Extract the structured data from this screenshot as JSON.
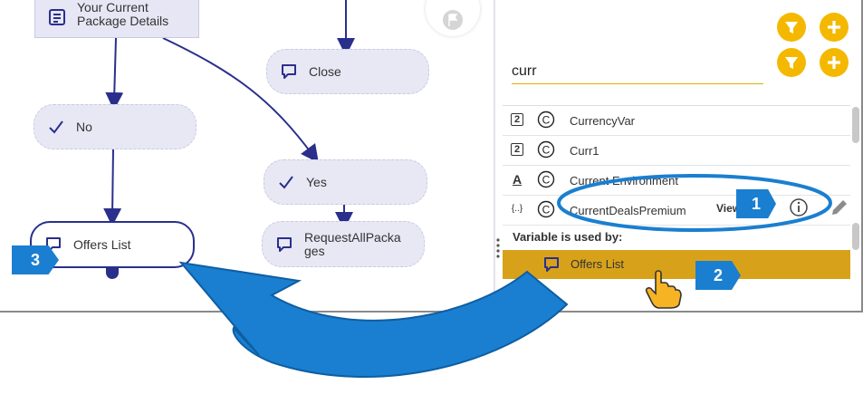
{
  "canvas": {
    "nodes": {
      "package": "Your Current\nPackage Details",
      "close": "Close",
      "no": "No",
      "yes": "Yes",
      "offers": "Offers List",
      "request": "RequestAllPackages"
    },
    "icons": {
      "package": "document-icon",
      "close": "speech-bubble-icon",
      "no": "check-icon",
      "yes": "check-icon",
      "offers": "speech-bubble-icon",
      "request": "speech-bubble-icon",
      "flag": "flag-icon"
    }
  },
  "panel": {
    "search": {
      "value": "curr"
    },
    "toolbar_icons": [
      "filter-icon",
      "add-icon",
      "filter-icon",
      "add-icon"
    ],
    "variables": [
      {
        "type_icon": "number-icon",
        "type_glyph": "2",
        "scope_icon": "constant-icon",
        "name": "CurrencyVar"
      },
      {
        "type_icon": "number-icon",
        "type_glyph": "2",
        "scope_icon": "constant-icon",
        "name": "Curr1"
      },
      {
        "type_icon": "text-icon",
        "type_glyph": "A",
        "scope_icon": "constant-icon",
        "name": "Current Environment"
      },
      {
        "type_icon": "object-icon",
        "type_glyph": "{..}",
        "scope_icon": "constant-icon",
        "name": "CurrentDealsPremium"
      }
    ],
    "view_label": "View",
    "used_by_heading": "Variable is used by:",
    "used_by_item": "Offers List"
  },
  "callouts": [
    "1",
    "2",
    "3"
  ],
  "colors": {
    "accent_yellow": "#f5b800",
    "highlight_row": "#d7a21a",
    "callout_blue": "#1a7fd0",
    "flow_navy": "#2a2f8c",
    "node_fill": "#e8e8f5"
  }
}
